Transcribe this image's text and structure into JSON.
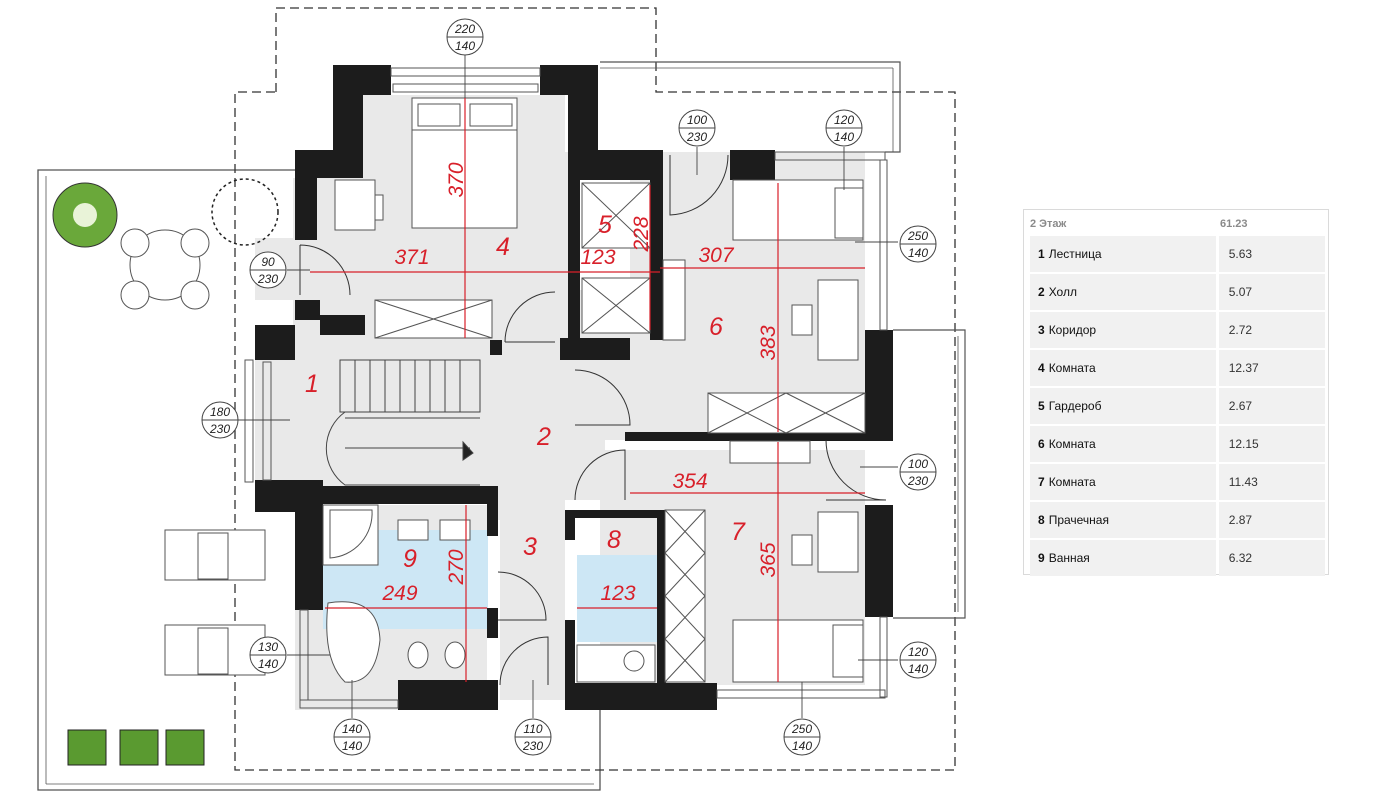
{
  "plan": {
    "room_numbers": [
      "1",
      "2",
      "3",
      "4",
      "5",
      "6",
      "7",
      "8",
      "9"
    ],
    "dimensions": [
      "370",
      "371",
      "123",
      "228",
      "307",
      "383",
      "354",
      "365",
      "270",
      "249",
      "123"
    ],
    "window_door_badges": [
      {
        "top": "220",
        "bottom": "140"
      },
      {
        "top": "100",
        "bottom": "230"
      },
      {
        "top": "120",
        "bottom": "140"
      },
      {
        "top": "250",
        "bottom": "140"
      },
      {
        "top": "90",
        "bottom": "230"
      },
      {
        "top": "180",
        "bottom": "230"
      },
      {
        "top": "100",
        "bottom": "230"
      },
      {
        "top": "120",
        "bottom": "140"
      },
      {
        "top": "130",
        "bottom": "140"
      },
      {
        "top": "140",
        "bottom": "140"
      },
      {
        "top": "110",
        "bottom": "230"
      },
      {
        "top": "250",
        "bottom": "140"
      }
    ],
    "colors": {
      "walls": "#1c1c1c",
      "floor": "#e9e9e9",
      "wet_zone": "#cde7f5",
      "labels": "#d8202a",
      "dashed": "#333333",
      "plants": "#6aa83a"
    }
  },
  "legend": {
    "title": "2 Этаж",
    "total": "61.23",
    "rows": [
      {
        "num": "1",
        "name": "Лестница",
        "area": "5.63"
      },
      {
        "num": "2",
        "name": "Холл",
        "area": "5.07"
      },
      {
        "num": "3",
        "name": "Коридор",
        "area": "2.72"
      },
      {
        "num": "4",
        "name": "Комната",
        "area": "12.37"
      },
      {
        "num": "5",
        "name": "Гардероб",
        "area": "2.67"
      },
      {
        "num": "6",
        "name": "Комната",
        "area": "12.15"
      },
      {
        "num": "7",
        "name": "Комната",
        "area": "11.43"
      },
      {
        "num": "8",
        "name": "Прачечная",
        "area": "2.87"
      },
      {
        "num": "9",
        "name": "Ванная",
        "area": "6.32"
      }
    ]
  }
}
